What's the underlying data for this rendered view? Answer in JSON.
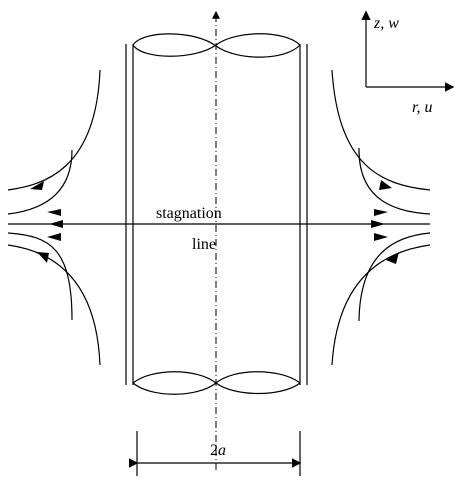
{
  "labels": {
    "axis_vertical": "z, w",
    "axis_horizontal": "r, u",
    "stagnation_line": "stagnation\nline",
    "stagnation_line_1": "stagnation",
    "stagnation_line_2": "line",
    "diameter": "2a",
    "diameter_number": "2",
    "diameter_symbol": "a"
  },
  "colors": {
    "stroke": "#000000",
    "background": "#ffffff"
  }
}
